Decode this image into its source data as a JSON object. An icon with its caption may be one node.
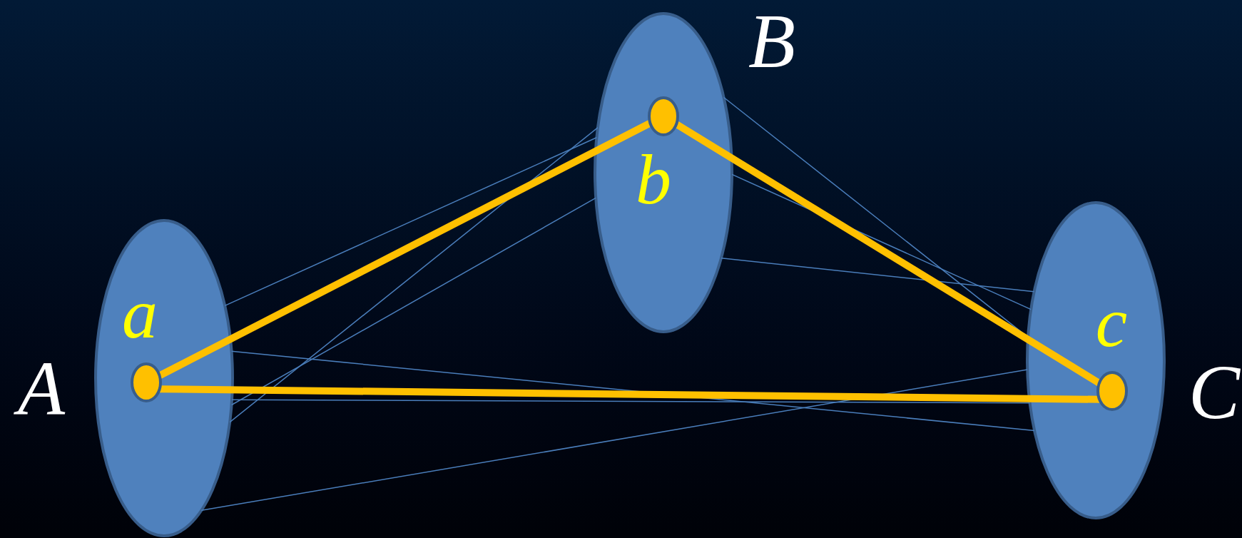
{
  "diagram": {
    "nodes": [
      {
        "text": [
          "A"
        ]
      },
      {
        "text": [
          "a"
        ],
        "in": 0
      },
      {
        "text": [
          "B"
        ]
      },
      {
        "text": [
          "b"
        ],
        "in": 2
      },
      {
        "text": [
          "C"
        ]
      },
      {
        "text": [
          "c"
        ],
        "in": 4
      }
    ],
    "edges": [
      {
        "from": 0,
        "to": 2,
        "arrow": "none"
      },
      {
        "from": 0,
        "to": 2,
        "arrow": "none"
      },
      {
        "from": 0,
        "to": 2,
        "arrow": "none"
      },
      {
        "from": 0,
        "to": 4,
        "arrow": "none"
      },
      {
        "from": 0,
        "to": 4,
        "arrow": "none"
      },
      {
        "from": 0,
        "to": 4,
        "arrow": "none"
      },
      {
        "from": 2,
        "to": 4,
        "arrow": "none"
      },
      {
        "from": 2,
        "to": 4,
        "arrow": "none"
      },
      {
        "from": 2,
        "to": 4,
        "arrow": "none"
      },
      {
        "from": 1,
        "to": 3,
        "arrow": "none",
        "style": "thick",
        "color": "#ffc000"
      },
      {
        "from": 3,
        "to": 5,
        "arrow": "none",
        "style": "thick",
        "color": "#ffc000"
      },
      {
        "from": 1,
        "to": 5,
        "arrow": "none",
        "style": "thick",
        "color": "#ffc000"
      }
    ]
  }
}
